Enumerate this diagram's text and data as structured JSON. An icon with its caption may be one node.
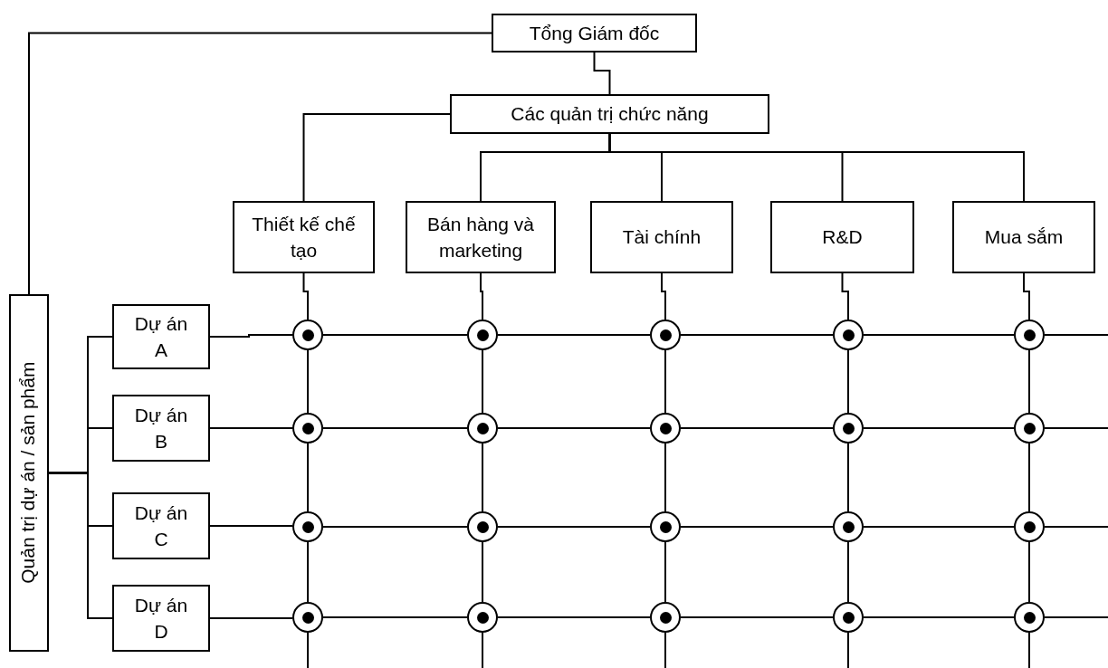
{
  "diagram": {
    "nodes": [
      {
        "text": [
          "Tổng Giám đốc"
        ]
      },
      {
        "text": [
          "Các quản trị chức năng"
        ]
      },
      {
        "text": [
          "Thiết kế chế tạo"
        ]
      },
      {
        "text": [
          "Bán hàng và marketing"
        ]
      },
      {
        "text": [
          "Tài chính"
        ]
      },
      {
        "text": [
          "R&D"
        ]
      },
      {
        "text": [
          "Mua sắm"
        ]
      },
      {
        "text": [
          "Quản trị dự án / sản phẩm"
        ]
      },
      {
        "text": [
          "Dự án A"
        ]
      },
      {
        "text": [
          "Dự án B"
        ]
      },
      {
        "text": [
          "Dự án C"
        ]
      },
      {
        "text": [
          "Dự án D"
        ]
      },
      {
        "text": [],
        "shape": "circle"
      },
      {
        "text": [],
        "shape": "circle"
      },
      {
        "text": [],
        "shape": "circle"
      },
      {
        "text": [],
        "shape": "circle"
      },
      {
        "text": [],
        "shape": "circle"
      },
      {
        "text": [],
        "shape": "circle"
      },
      {
        "text": [],
        "shape": "circle"
      },
      {
        "text": [],
        "shape": "circle"
      },
      {
        "text": [],
        "shape": "circle"
      },
      {
        "text": [],
        "shape": "circle"
      },
      {
        "text": [],
        "shape": "circle"
      },
      {
        "text": [],
        "shape": "circle"
      },
      {
        "text": [],
        "shape": "circle"
      },
      {
        "text": [],
        "shape": "circle"
      },
      {
        "text": [],
        "shape": "circle"
      },
      {
        "text": [],
        "shape": "circle"
      },
      {
        "text": [],
        "shape": "circle"
      },
      {
        "text": [],
        "shape": "circle"
      },
      {
        "text": [],
        "shape": "circle"
      },
      {
        "text": [],
        "shape": "circle"
      }
    ],
    "edges": [
      {
        "from": 0,
        "to": 1,
        "arrow": "none"
      },
      {
        "from": 1,
        "to": 2,
        "arrow": "none"
      },
      {
        "from": 1,
        "to": 3,
        "arrow": "none"
      },
      {
        "from": 1,
        "to": 4,
        "arrow": "none"
      },
      {
        "from": 1,
        "to": 5,
        "arrow": "none"
      },
      {
        "from": 1,
        "to": 6,
        "arrow": "none"
      },
      {
        "from": 0,
        "to": 7,
        "arrow": "none"
      },
      {
        "from": 7,
        "to": 8,
        "arrow": "none"
      },
      {
        "from": 7,
        "to": 9,
        "arrow": "none"
      },
      {
        "from": 7,
        "to": 10,
        "arrow": "none"
      },
      {
        "from": 7,
        "to": 11,
        "arrow": "none"
      },
      {
        "from": 8,
        "to": 12,
        "arrow": "none"
      },
      {
        "from": 12,
        "to": 13,
        "arrow": "none"
      },
      {
        "from": 13,
        "to": 14,
        "arrow": "none"
      },
      {
        "from": 14,
        "to": 15,
        "arrow": "none"
      },
      {
        "from": 15,
        "to": 16,
        "arrow": "none"
      },
      {
        "from": 16,
        "to": null,
        "arrow": "none"
      },
      {
        "from": 9,
        "to": 17,
        "arrow": "none"
      },
      {
        "from": 17,
        "to": 18,
        "arrow": "none"
      },
      {
        "from": 18,
        "to": 19,
        "arrow": "none"
      },
      {
        "from": 19,
        "to": 20,
        "arrow": "none"
      },
      {
        "from": 20,
        "to": 21,
        "arrow": "none"
      },
      {
        "from": 21,
        "to": null,
        "arrow": "none"
      },
      {
        "from": 10,
        "to": 22,
        "arrow": "none"
      },
      {
        "from": 22,
        "to": 23,
        "arrow": "none"
      },
      {
        "from": 23,
        "to": 24,
        "arrow": "none"
      },
      {
        "from": 24,
        "to": 25,
        "arrow": "none"
      },
      {
        "from": 25,
        "to": 26,
        "arrow": "none"
      },
      {
        "from": 26,
        "to": null,
        "arrow": "none"
      },
      {
        "from": 11,
        "to": 27,
        "arrow": "none"
      },
      {
        "from": 27,
        "to": 28,
        "arrow": "none"
      },
      {
        "from": 28,
        "to": 29,
        "arrow": "none"
      },
      {
        "from": 29,
        "to": 30,
        "arrow": "none"
      },
      {
        "from": 30,
        "to": 31,
        "arrow": "none"
      },
      {
        "from": 31,
        "to": null,
        "arrow": "none"
      },
      {
        "from": 2,
        "to": 12,
        "arrow": "none"
      },
      {
        "from": 12,
        "to": 17,
        "arrow": "none"
      },
      {
        "from": 17,
        "to": 22,
        "arrow": "none"
      },
      {
        "from": 22,
        "to": 27,
        "arrow": "none"
      },
      {
        "from": 27,
        "to": null,
        "arrow": "none"
      },
      {
        "from": 3,
        "to": 13,
        "arrow": "none"
      },
      {
        "from": 13,
        "to": 18,
        "arrow": "none"
      },
      {
        "from": 18,
        "to": 23,
        "arrow": "none"
      },
      {
        "from": 23,
        "to": 28,
        "arrow": "none"
      },
      {
        "from": 28,
        "to": null,
        "arrow": "none"
      },
      {
        "from": 4,
        "to": 14,
        "arrow": "none"
      },
      {
        "from": 14,
        "to": 19,
        "arrow": "none"
      },
      {
        "from": 19,
        "to": 24,
        "arrow": "none"
      },
      {
        "from": 24,
        "to": 29,
        "arrow": "none"
      },
      {
        "from": 29,
        "to": null,
        "arrow": "none"
      },
      {
        "from": 5,
        "to": 15,
        "arrow": "none"
      },
      {
        "from": 15,
        "to": 20,
        "arrow": "none"
      },
      {
        "from": 20,
        "to": 25,
        "arrow": "none"
      },
      {
        "from": 25,
        "to": 30,
        "arrow": "none"
      },
      {
        "from": 30,
        "to": null,
        "arrow": "none"
      },
      {
        "from": 6,
        "to": 16,
        "arrow": "none"
      },
      {
        "from": 16,
        "to": 21,
        "arrow": "none"
      },
      {
        "from": 21,
        "to": 26,
        "arrow": "none"
      },
      {
        "from": 26,
        "to": 31,
        "arrow": "none"
      },
      {
        "from": 31,
        "to": null,
        "arrow": "none"
      }
    ]
  }
}
